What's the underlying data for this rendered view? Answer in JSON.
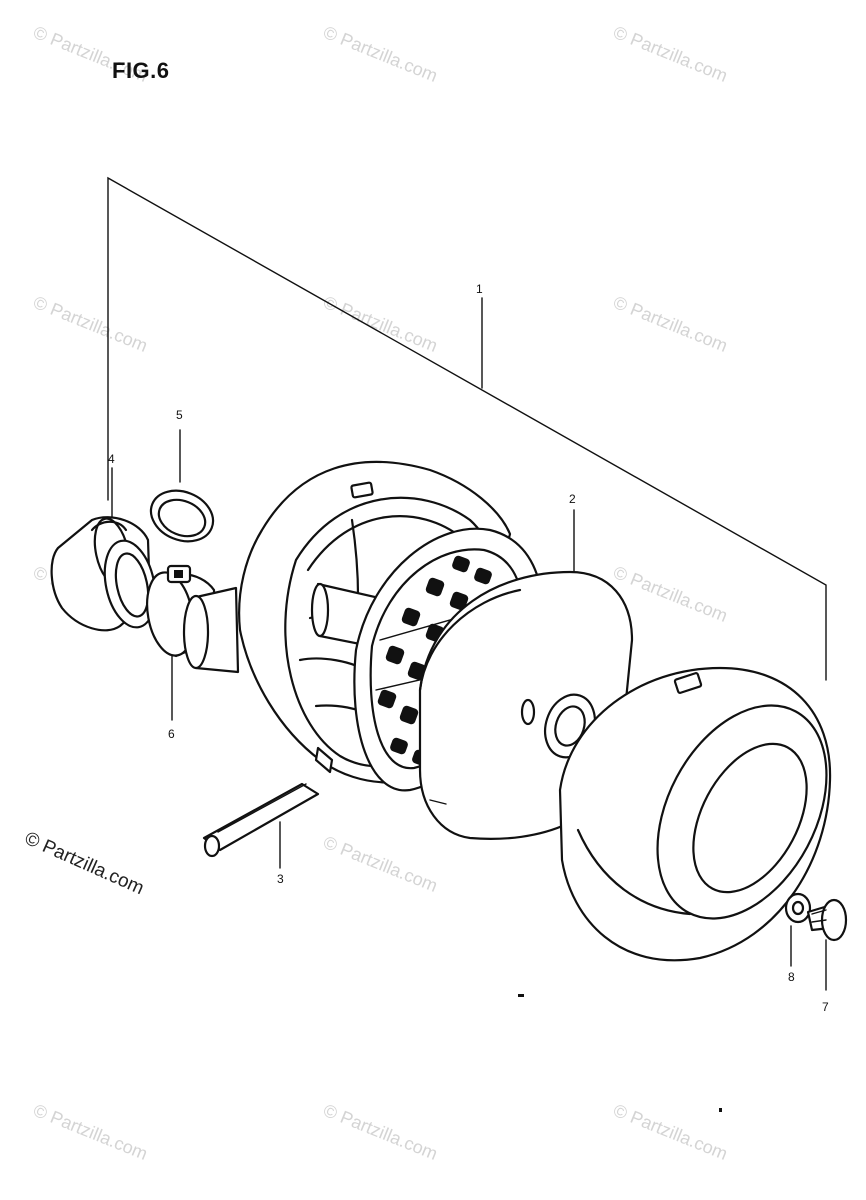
{
  "figure": {
    "title": "FIG.6"
  },
  "callouts": {
    "c1": "1",
    "c2": "2",
    "c3": "3",
    "c4": "4",
    "c5": "5",
    "c6": "6",
    "c7": "7",
    "c8": "8"
  },
  "watermark": {
    "text": "© Partzilla.com"
  },
  "copyright": {
    "text": "© Partzilla.com"
  },
  "colors": {
    "ink": "#111111",
    "watermark": "#d4d4d4",
    "background": "#ffffff"
  }
}
